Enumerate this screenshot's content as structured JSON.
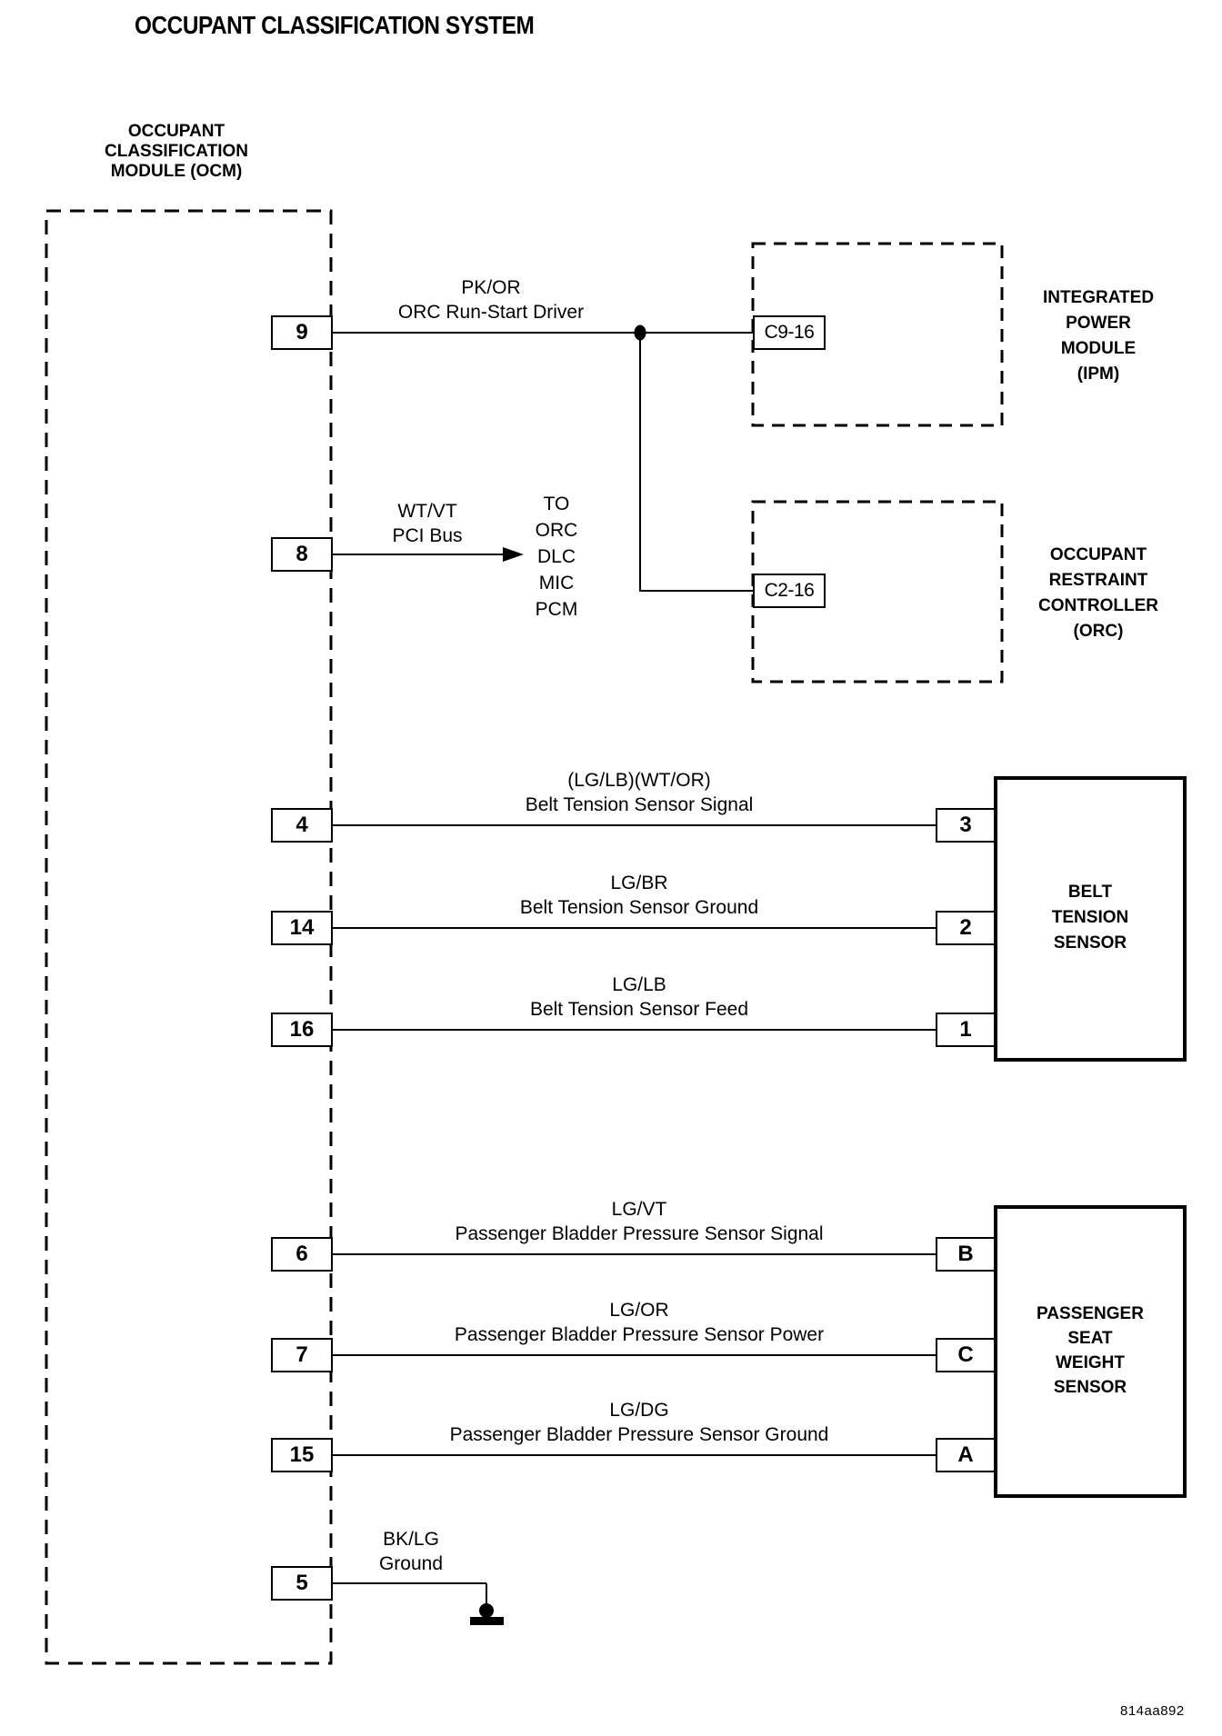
{
  "title": "OCCUPANT CLASSIFICATION SYSTEM",
  "diagram_id": "814aa892",
  "colors": {
    "ink": "#000000",
    "paper": "#ffffff"
  },
  "ocm": {
    "name_lines": [
      "OCCUPANT",
      "CLASSIFICATION",
      "MODULE (OCM)"
    ],
    "pins": [
      "9",
      "8",
      "4",
      "14",
      "16",
      "6",
      "7",
      "15",
      "5"
    ]
  },
  "ipm": {
    "connector": "C9-16",
    "name_lines": [
      "INTEGRATED",
      "POWER",
      "MODULE",
      "(IPM)"
    ]
  },
  "orc": {
    "connector": "C2-16",
    "name_lines": [
      "OCCUPANT",
      "RESTRAINT",
      "CONTROLLER",
      "(ORC)"
    ]
  },
  "belt_tension_sensor": {
    "name_lines": [
      "BELT",
      "TENSION",
      "SENSOR"
    ],
    "pins": [
      "3",
      "2",
      "1"
    ]
  },
  "passenger_seat_weight_sensor": {
    "name_lines": [
      "PASSENGER",
      "SEAT",
      "WEIGHT",
      "SENSOR"
    ],
    "pins": [
      "B",
      "C",
      "A"
    ]
  },
  "pci_bus_destinations": [
    "TO",
    "ORC",
    "DLC",
    "MIC",
    "PCM"
  ],
  "wires": [
    {
      "from_pin": "9",
      "color": "PK/OR",
      "function": "ORC Run-Start Driver"
    },
    {
      "from_pin": "8",
      "color": "WT/VT",
      "function": "PCI Bus"
    },
    {
      "from_pin": "4",
      "color": "(LG/LB)(WT/OR)",
      "function": "Belt Tension Sensor Signal"
    },
    {
      "from_pin": "14",
      "color": "LG/BR",
      "function": "Belt Tension Sensor Ground"
    },
    {
      "from_pin": "16",
      "color": "LG/LB",
      "function": "Belt Tension Sensor Feed"
    },
    {
      "from_pin": "6",
      "color": "LG/VT",
      "function": "Passenger Bladder Pressure Sensor Signal"
    },
    {
      "from_pin": "7",
      "color": "LG/OR",
      "function": "Passenger Bladder Pressure Sensor Power"
    },
    {
      "from_pin": "15",
      "color": "LG/DG",
      "function": "Passenger Bladder Pressure Sensor Ground"
    },
    {
      "from_pin": "5",
      "color": "BK/LG",
      "function": "Ground"
    }
  ]
}
